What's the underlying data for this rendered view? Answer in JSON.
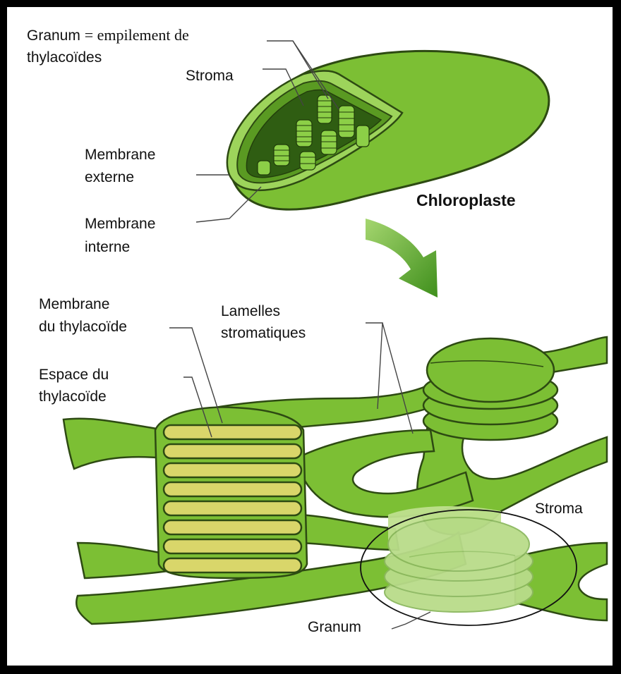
{
  "labels": {
    "granum_stack_a": "Granum",
    "granum_stack_b": "= empilement de",
    "granum_stack_c": "thylacoïdes",
    "stroma_top": "Stroma",
    "membrane_externe_1": "Membrane",
    "membrane_externe_2": "externe",
    "membrane_interne_1": "Membrane",
    "membrane_interne_2": "interne",
    "chloroplaste": "Chloroplaste",
    "membrane_thyl_1": "Membrane",
    "membrane_thyl_2": "du thylacoïde",
    "lamelles_1": "Lamelles",
    "lamelles_2": "stromatiques",
    "espace_1": "Espace du",
    "espace_2": "thylacoïde",
    "stroma_bottom": "Stroma",
    "granum_bottom": "Granum"
  },
  "colors": {
    "green": "#6fb62d",
    "green_light": "#8fcb45",
    "green_dark": "#3f7a16",
    "outline": "#2d4a12",
    "thylakoid_lumen": "#d9d66a",
    "highlight": "#cfe6a8"
  }
}
